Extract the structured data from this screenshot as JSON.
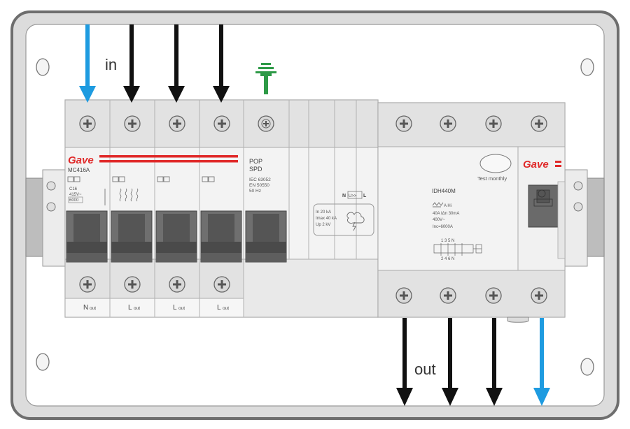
{
  "labels": {
    "in": "in",
    "out": "out",
    "brand": "Gave",
    "mcb_model": "MC416A",
    "mcb_spec_1": "C16",
    "mcb_spec_2": "415V~",
    "mcb_spec_3": "6000",
    "spd_line1": "POP",
    "spd_line2": "SPD",
    "spd_std1": "IEC 63052",
    "spd_std2": "EN 50550",
    "spd_freq": "50 Hz",
    "spd_rating1": "In 20 kA",
    "spd_rating2": "Imax 40 kA",
    "spd_rating3": "Up 2 kV",
    "spd_terminal_n": "N",
    "spd_terminal_u": "U>>",
    "spd_terminal_l": "L",
    "rcd_model": "IDH440M",
    "rcd_test": "Test monthly",
    "rcd_spec1": "A Hi",
    "rcd_spec2": "40A  IΔn 30mA",
    "rcd_spec3": "400V~",
    "rcd_spec4": "Inc=6000A",
    "rcd_term_top": "1  3  5  N",
    "rcd_term_bottom": "2  4  6  N",
    "out_n": "N",
    "out_l1": "L",
    "out_l2": "L",
    "out_l3": "L",
    "out_sub": "out"
  },
  "colors": {
    "neutral_arrow": "#1e9be0",
    "phase_arrow": "#111111",
    "earth_symbol": "#2e9a47",
    "brand_red": "#e02a2a",
    "enclosure_frame": "#6e6e6e"
  }
}
